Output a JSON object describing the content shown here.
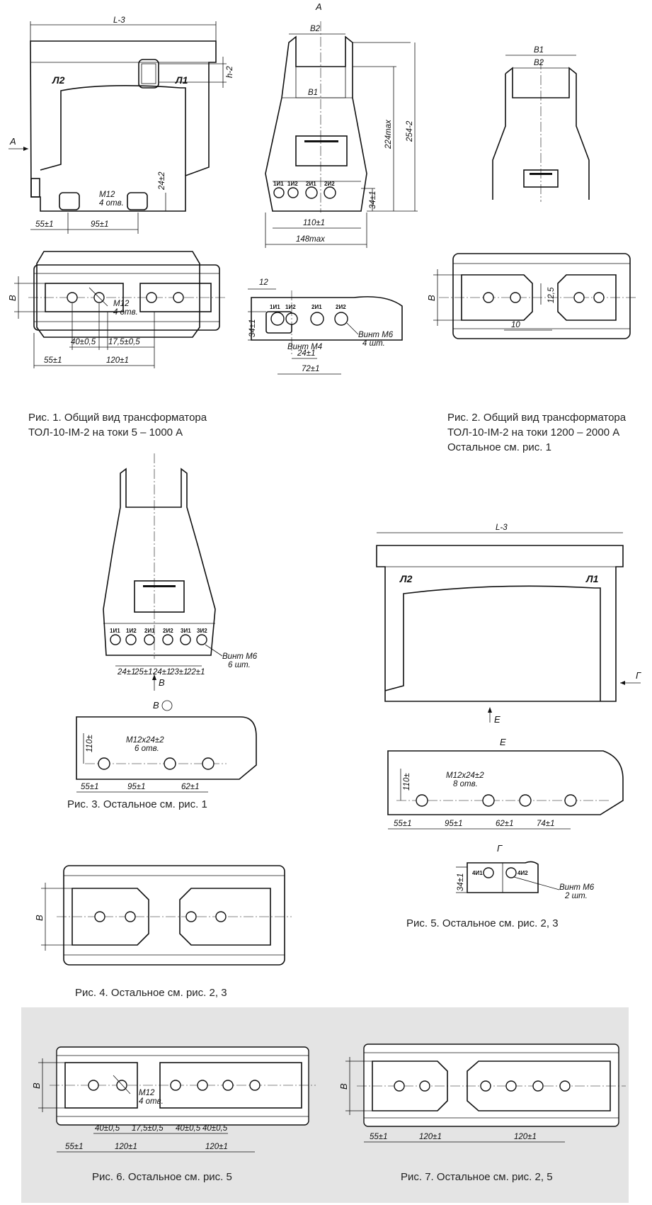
{
  "captions": {
    "fig1_line1": "Рис. 1. Общий вид трансформатора",
    "fig1_line2": "ТОЛ-10-IM-2 на токи 5 – 1000 А",
    "fig2_line1": "Рис. 2. Общий вид трансформатора",
    "fig2_line2": "ТОЛ-10-IM-2 на токи 1200 – 2000 А",
    "fig2_line3": "Остальное см. рис. 1",
    "fig3": "Рис. 3. Остальное см. рис. 1",
    "fig4": "Рис. 4. Остальное см. рис. 2, 3",
    "fig5": "Рис. 5. Остальное см. рис. 2, 3",
    "fig6": "Рис. 6. Остальное см. рис. 5",
    "fig7": "Рис. 7. Остальное см. рис. 2, 5"
  },
  "view_labels": {
    "A": "А",
    "V": "В",
    "E": "Е",
    "G": "Г"
  },
  "markings": {
    "L1": "Л1",
    "L2": "Л2"
  },
  "terminals": [
    "1И1",
    "1И2",
    "2И1",
    "2И2",
    "3И1",
    "3И2",
    "4И1",
    "4И2"
  ],
  "dims": {
    "L": "L-3",
    "h": "h-2",
    "B": "В",
    "B1": "В1",
    "B2": "В2",
    "d24": "24±2",
    "d224": "224max",
    "d254": "254-2",
    "d34": "34±1",
    "d110": "110±1",
    "d148": "148max",
    "d55": "55±1",
    "d95": "95±1",
    "d40": "40±0,5",
    "d175": "17,5±0,5",
    "d120": "120±1",
    "d12": "12",
    "d24b": "24±1",
    "d72": "72±1",
    "d125": "12,5",
    "d10": "10",
    "d25": "25±1",
    "d23": "23±1",
    "d22": "22±1",
    "d110v": "110±",
    "d62": "62±1",
    "d74": "74±1"
  },
  "notes": {
    "m12": "М12",
    "m12_4": "4 отв.",
    "m12_6": "6 отв.",
    "screw_m4": "Винт М4",
    "screw_m6": "Винт М6",
    "pcs4": "4 шт.",
    "pcs6": "6 шт.",
    "pcs2": "2 шт.",
    "m12x24": "М12х24±2",
    "holes6": "6 отв.",
    "holes8": "8 отв."
  }
}
